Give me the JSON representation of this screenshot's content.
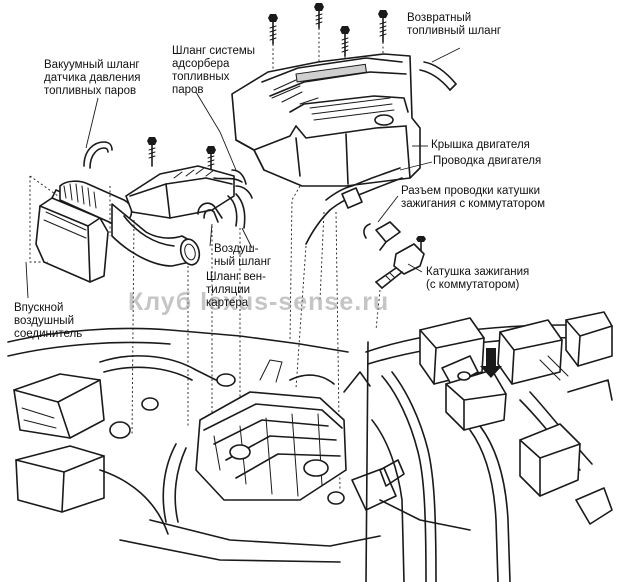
{
  "labels": {
    "return_hose": [
      "Возвратный",
      "топливный шланг"
    ],
    "vacuum_hose": [
      "Вакуумный шланг",
      "датчика давления",
      "топливных паров"
    ],
    "adsorber_hose": [
      "Шланг системы",
      "адсорбера",
      "топливных",
      "паров"
    ],
    "engine_cover": [
      "Крышка двигателя"
    ],
    "engine_wiring": [
      "Проводка двигателя"
    ],
    "coil_connector": [
      "Разъем проводки катушки",
      "зажигания с коммутатором"
    ],
    "air_hose": [
      "Воздуш-",
      "ный шланг"
    ],
    "vent_hose": [
      "Шланг вен-",
      "тиляции",
      "картера"
    ],
    "ignition_coil": [
      "Катушка зажигания",
      "(с коммутатором)"
    ],
    "intake_connector": [
      "Впускной",
      "воздушный",
      "соединитель"
    ]
  },
  "watermark": "Клуб lexus-sense.ru",
  "icons": [
    "bolt-icon",
    "arrow-down-icon"
  ]
}
